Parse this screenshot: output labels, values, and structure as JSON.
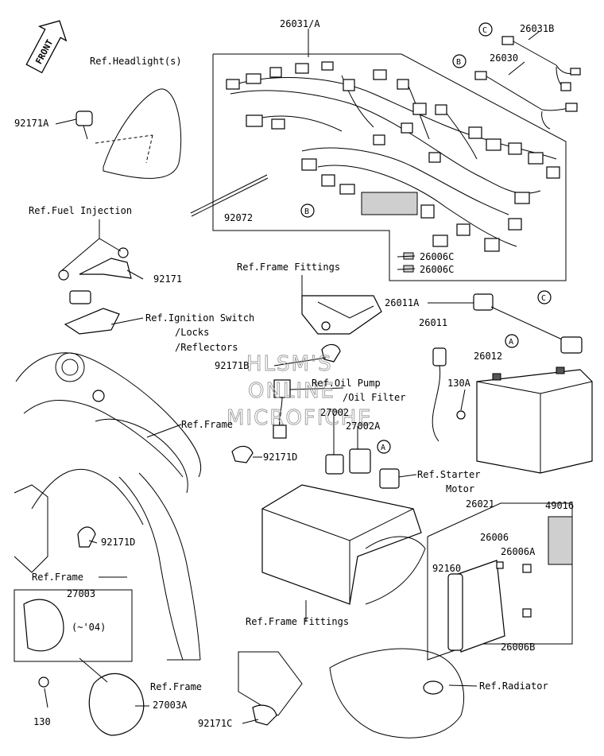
{
  "front_arrow": {
    "label": "FRONT"
  },
  "labels": {
    "l26031A": "26031/A",
    "l26031B": "26031B",
    "l26030": "26030",
    "refHeadlight": "Ref.Headlight(s)",
    "l92171A": "92171A",
    "l92072": "92072",
    "refFuelInjection": "Ref.Fuel Injection",
    "l92171": "92171",
    "refFrameFittings1": "Ref.Frame Fittings",
    "l26006C_1": "26006C",
    "l26006C_2": "26006C",
    "l26011A": "26011A",
    "l26011": "26011",
    "refIgnition1": "Ref.Ignition Switch",
    "refIgnition2": "/Locks",
    "refIgnition3": "/Reflectors",
    "l92171B": "92171B",
    "l26012": "26012",
    "refOilPump1": "Ref.Oil Pump",
    "refOilPump2": "/Oil Filter",
    "l130A": "130A",
    "refFrame1": "Ref.Frame",
    "l27002": "27002",
    "l27002A": "27002A",
    "l92171D_1": "92171D",
    "refStarter1": "Ref.Starter",
    "refStarter2": "Motor",
    "l26021": "26021",
    "l49016": "49016",
    "l92171D_2": "92171D",
    "l26006": "26006",
    "l26006A": "26006A",
    "refFrame2": "Ref.Frame",
    "l92160": "92160",
    "l27003": "27003",
    "l04": "(~'04)",
    "refFrameFittings2": "Ref.Frame Fittings",
    "l26006B": "26006B",
    "refFrame3": "Ref.Frame",
    "refRadiator": "Ref.Radiator",
    "l130": "130",
    "l27003A": "27003A",
    "l92171C": "92171C"
  },
  "callouts": {
    "c1": "C",
    "c2": "B",
    "c3": "B",
    "c4": "C",
    "c5": "A",
    "c6": "A"
  },
  "watermark": {
    "line1": "HLSM'S",
    "line2": "ONLINE",
    "line3": "MICROFICHE"
  }
}
